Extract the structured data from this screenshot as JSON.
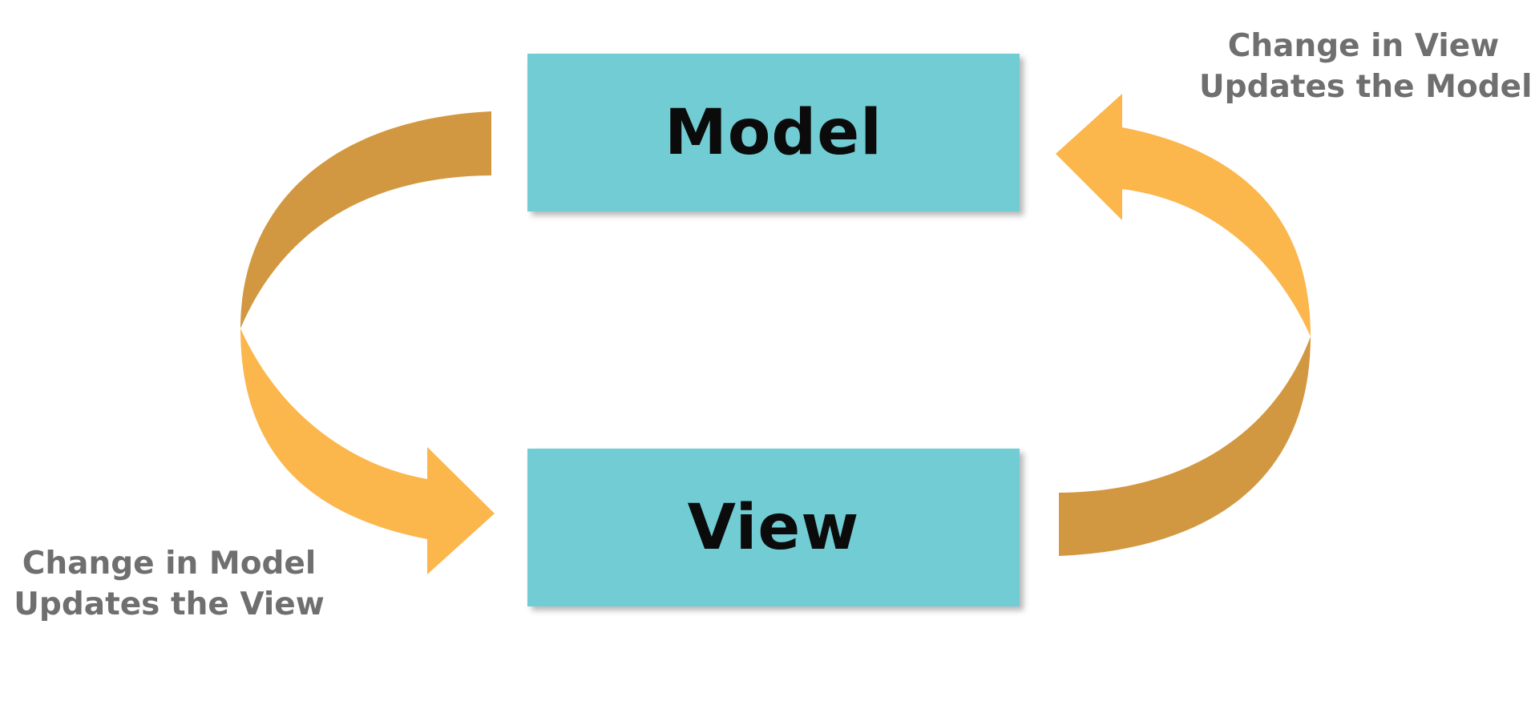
{
  "diagram": {
    "model_box": {
      "label": "Model"
    },
    "view_box": {
      "label": "View"
    },
    "captions": {
      "view_to_model": {
        "line1": "Change in View",
        "line2": "Updates the Model"
      },
      "model_to_view": {
        "line1": "Change in Model",
        "line2": "Updates the View"
      }
    },
    "colors": {
      "box": "#72ccd4",
      "arrow_light": "#fbb64c",
      "arrow_dark": "#d29841",
      "caption_text": "#6f6f6f",
      "box_text": "#0b0b0b"
    }
  }
}
